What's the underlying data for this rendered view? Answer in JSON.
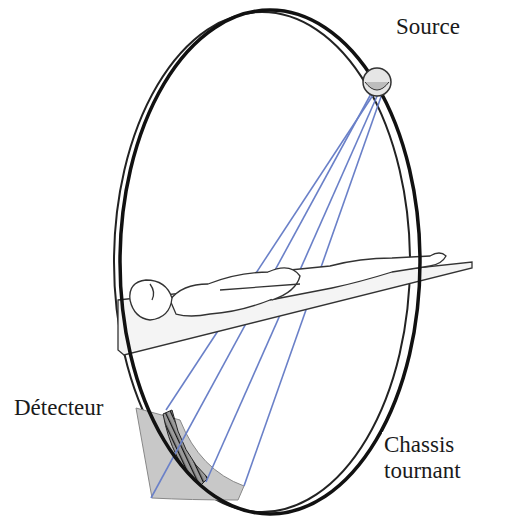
{
  "diagram": {
    "labels": [
      "Source",
      "Détecteur",
      "Chassis tournant"
    ]
  }
}
